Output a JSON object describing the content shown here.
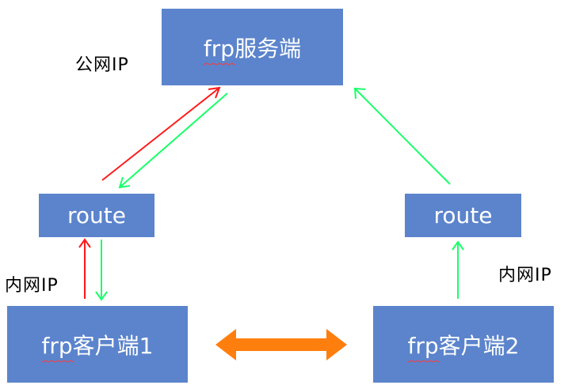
{
  "nodes": {
    "server": "frp服务端",
    "route_left": "route",
    "route_right": "route",
    "client1": "frp客户端1",
    "client2": "frp客户端2"
  },
  "labels": {
    "public_ip": "公网IP",
    "intranet_ip_left": "内网IP",
    "intranet_ip_right": "内网IP"
  },
  "colors": {
    "box_fill": "#5b84cc",
    "box_text": "#ffffff",
    "arrow_red": "#ff1a1a",
    "arrow_green": "#1aff6a",
    "arrow_orange": "#ff7f0e"
  }
}
